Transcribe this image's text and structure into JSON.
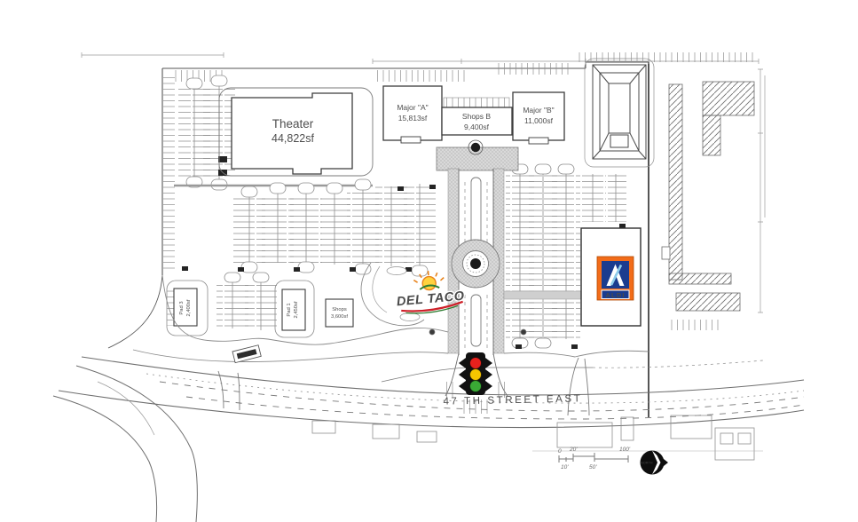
{
  "document": {
    "background": "#ffffff",
    "kind": "shopping-center-site-plan"
  },
  "palette": {
    "line": "#6b6b6b",
    "line_dark": "#333333",
    "paving": "#d6d6d6",
    "aldi_orange": "#F26C19",
    "aldi_blue": "#1B3C8F",
    "aldi_lightblue": "#8FCDEB",
    "deltaco_red": "#CE2029",
    "deltaco_yellow": "#FFD23F",
    "deltaco_orange": "#E8831C",
    "deltaco_green": "#2E7D32",
    "signal_red": "#E8211D",
    "signal_yellow": "#F7C600",
    "signal_green": "#3AA935",
    "signal_body": "#111111"
  },
  "buildings": {
    "theater": {
      "name": "Theater",
      "area": "44,822sf"
    },
    "major_a": {
      "name": "Major \"A\"",
      "area": "15,813sf"
    },
    "shops_b": {
      "name": "Shops B",
      "area": "9,400sf"
    },
    "major_b": {
      "name": "Major \"B\"",
      "area": "11,000sf"
    },
    "shops_c": {
      "name": "Shops",
      "area": "3,600sf"
    },
    "pad_1": {
      "name": "Pad 1",
      "area": "2,450sf"
    },
    "pad_3": {
      "name": "Pad 3",
      "area": "2,400sf"
    }
  },
  "tenants": {
    "aldi": "ALDI",
    "del_taco": "DEL TACO"
  },
  "street": {
    "name": "47 TH STREET EAST"
  },
  "scale_bar": {
    "zero": "0",
    "twenty": "20'",
    "hundred": "100'",
    "ten": "10'",
    "fifty": "50'"
  },
  "north_arrow": {
    "label": "NORTH"
  }
}
